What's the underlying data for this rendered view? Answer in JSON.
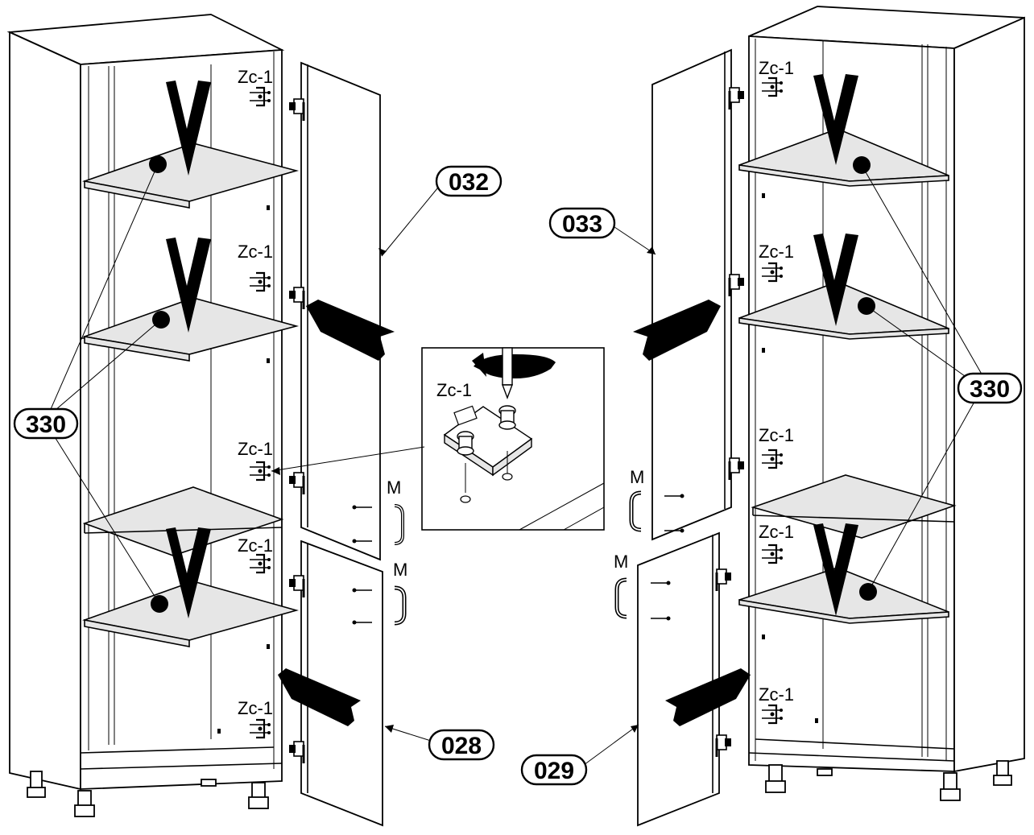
{
  "parts": {
    "left_top_door": "032",
    "right_top_door": "033",
    "left_bottom_door": "028",
    "right_bottom_door": "029",
    "shelf_left": "330",
    "shelf_right": "330"
  },
  "hardware": {
    "hinge_label": "Zc-1",
    "handle_label": "M"
  },
  "detail": {
    "hinge_label": "Zc-1"
  }
}
